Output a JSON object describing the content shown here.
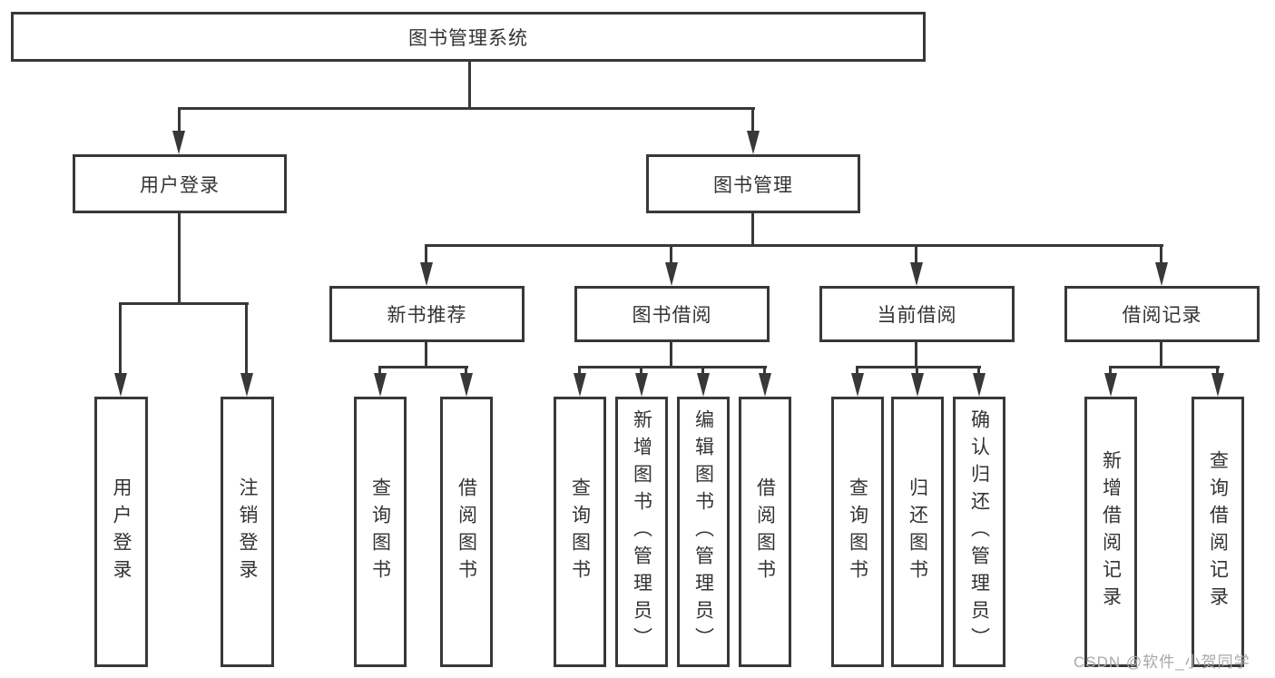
{
  "diagram": {
    "root": {
      "label": "图书管理系统"
    },
    "level2": [
      {
        "label": "用户登录"
      },
      {
        "label": "图书管理"
      }
    ],
    "level3": [
      {
        "label": "新书推荐"
      },
      {
        "label": "图书借阅"
      },
      {
        "label": "当前借阅"
      },
      {
        "label": "借阅记录"
      }
    ],
    "leaves": {
      "user": [
        "用户登录",
        "注销登录"
      ],
      "recommend": [
        "查询图书",
        "借阅图书"
      ],
      "borrow": [
        "查询图书",
        "新增图书（管理员）",
        "编辑图书（管理员）",
        "借阅图书"
      ],
      "current": [
        "查询图书",
        "归还图书",
        "确认归还（管理员）"
      ],
      "records": [
        "新增借阅记录",
        "查询借阅记录"
      ]
    },
    "colors": {
      "line": "#383838",
      "text": "#333333",
      "background": "#ffffff",
      "watermark": "#a8a8a8"
    }
  },
  "watermark": {
    "text": "CSDN @软件_小贺同学"
  }
}
